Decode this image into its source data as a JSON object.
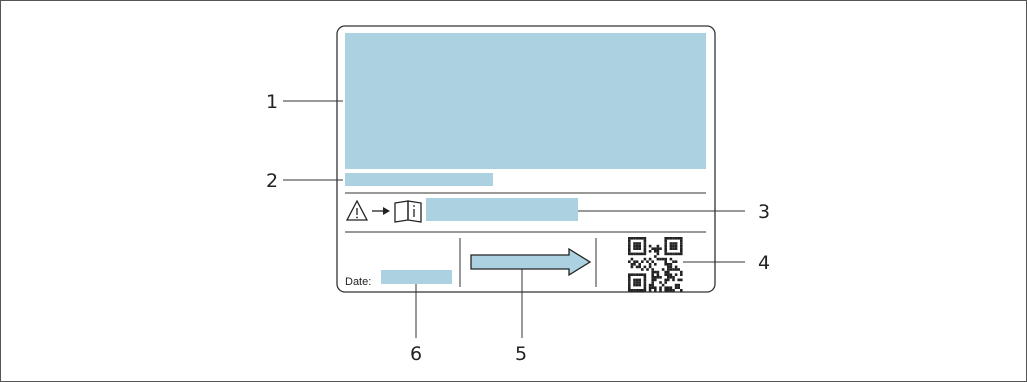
{
  "nameplate": {
    "date_label": "Date:",
    "field_color": "#acd2e2",
    "border_color": "#333333",
    "icons": [
      "warning-triangle-icon",
      "arrow-right-icon",
      "manual-book-icon",
      "qr-code-icon",
      "flow-direction-arrow-icon"
    ]
  },
  "callouts": [
    {
      "label": "1"
    },
    {
      "label": "2"
    },
    {
      "label": "3"
    },
    {
      "label": "4"
    },
    {
      "label": "5"
    },
    {
      "label": "6"
    }
  ]
}
